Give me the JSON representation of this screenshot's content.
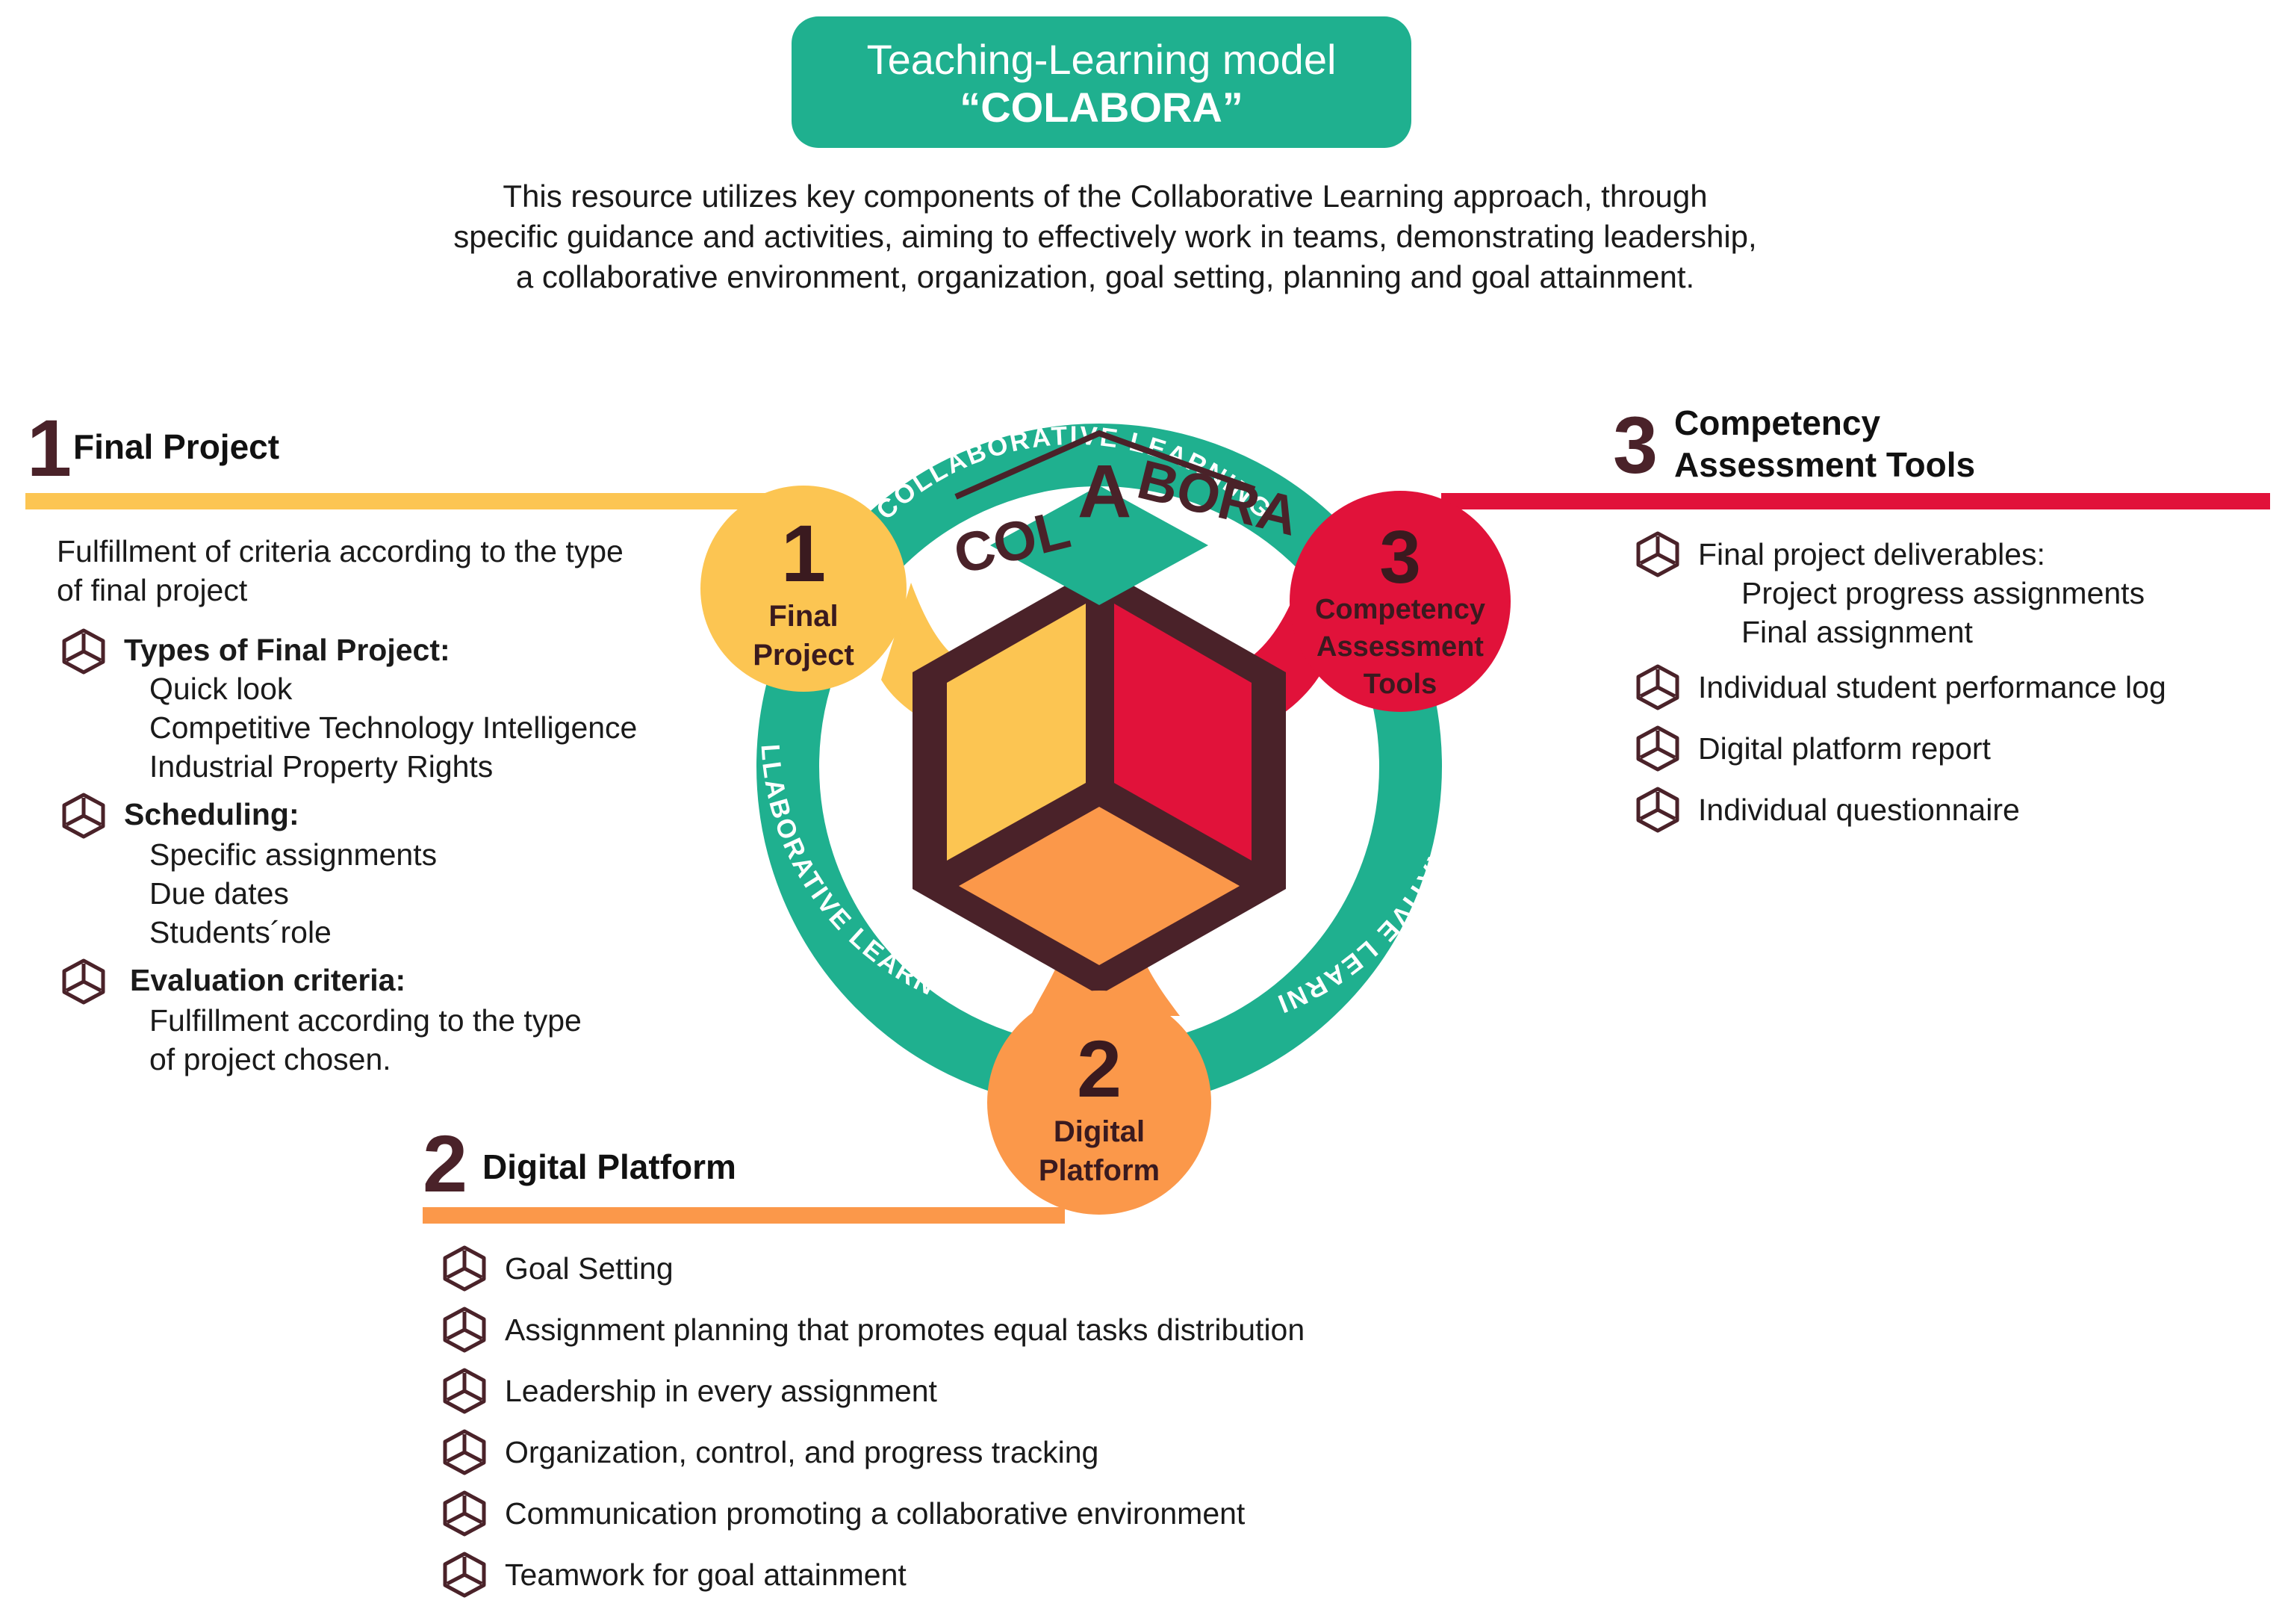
{
  "title": {
    "line1": "Teaching-Learning model",
    "line2": "“COLABORA”"
  },
  "intro": [
    "This resource utilizes key components of the Collaborative Learning approach, through",
    "specific guidance and activities, aiming to effectively work in teams, demonstrating leadership,",
    "a collaborative environment, organization, goal setting, planning and goal attainment."
  ],
  "ring_text": "COLLABORATIVE LEARNING",
  "logo_text": {
    "part1": "COL",
    "part2": "A",
    "part3": "BORA"
  },
  "colors": {
    "teal": "#1fb08f",
    "yellow": "#fcc552",
    "orange": "#fb984a",
    "red": "#e1123a",
    "brown": "#4a2229"
  },
  "bubbles": {
    "b1": {
      "num": "1",
      "label_lines": [
        "Final",
        "Project"
      ]
    },
    "b2": {
      "num": "2",
      "label_lines": [
        "Digital",
        "Platform"
      ]
    },
    "b3": {
      "num": "3",
      "label_lines": [
        "Competency",
        "Assessment",
        "Tools"
      ]
    }
  },
  "section1": {
    "num": "1",
    "title": "Final Project",
    "desc": [
      "Fulfillment of criteria according to the type",
      "of final project"
    ],
    "groups": [
      {
        "heading": "Types of Final Project:",
        "items": [
          "Quick look",
          "Competitive Technology Intelligence",
          "Industrial Property Rights"
        ]
      },
      {
        "heading": "Scheduling:",
        "items": [
          "Specific assignments",
          "Due dates",
          "Students´role"
        ]
      },
      {
        "heading": "Evaluation criteria:",
        "items": [
          "Fulfillment according to the type",
          "of project chosen."
        ]
      }
    ]
  },
  "section2": {
    "num": "2",
    "title": "Digital Platform",
    "items": [
      "Goal Setting",
      "Assignment planning that promotes equal tasks distribution",
      "Leadership in every assignment",
      "Organization, control, and progress tracking",
      "Communication promoting a collaborative environment",
      "Teamwork for goal attainment"
    ]
  },
  "section3": {
    "num": "3",
    "title_lines": [
      "Competency",
      "Assessment Tools"
    ],
    "items": [
      {
        "text": "Final project deliverables:",
        "sub": [
          "Project progress assignments",
          "Final assignment"
        ]
      },
      {
        "text": "Individual student performance log",
        "sub": []
      },
      {
        "text": "Digital platform report",
        "sub": []
      },
      {
        "text": "Individual questionnaire",
        "sub": []
      }
    ]
  }
}
